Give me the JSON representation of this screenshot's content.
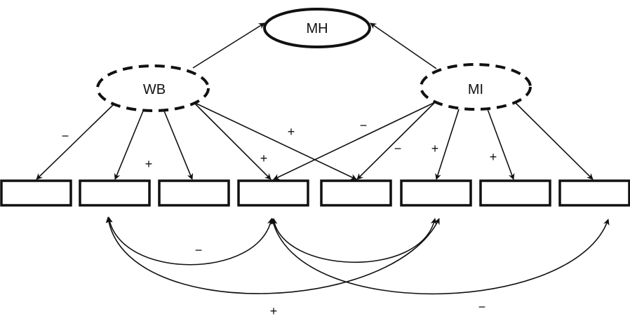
{
  "diagram": {
    "type": "structural-equation-model",
    "latent_nodes": [
      {
        "id": "MH",
        "label": "MH",
        "style": "solid"
      },
      {
        "id": "WB",
        "label": "WB",
        "style": "dashed"
      },
      {
        "id": "MI",
        "label": "MI",
        "style": "dashed"
      }
    ],
    "observed_nodes": [
      {
        "id": "O1",
        "label": ""
      },
      {
        "id": "O2",
        "label": ""
      },
      {
        "id": "O3",
        "label": ""
      },
      {
        "id": "O4",
        "label": ""
      },
      {
        "id": "O5",
        "label": ""
      },
      {
        "id": "O6",
        "label": ""
      },
      {
        "id": "O7",
        "label": ""
      },
      {
        "id": "O8",
        "label": ""
      }
    ],
    "paths": [
      {
        "from": "WB",
        "to": "MH",
        "sign": ""
      },
      {
        "from": "MI",
        "to": "MH",
        "sign": ""
      },
      {
        "from": "WB",
        "to": "O1",
        "sign": "−"
      },
      {
        "from": "WB",
        "to": "O2",
        "sign": "+"
      },
      {
        "from": "WB",
        "to": "O3",
        "sign": ""
      },
      {
        "from": "WB",
        "to": "O4",
        "sign": "+"
      },
      {
        "from": "WB",
        "to": "O5",
        "sign": "+"
      },
      {
        "from": "MI",
        "to": "O4",
        "sign": "−"
      },
      {
        "from": "MI",
        "to": "O5",
        "sign": "−"
      },
      {
        "from": "MI",
        "to": "O6",
        "sign": "+"
      },
      {
        "from": "MI",
        "to": "O7",
        "sign": "+"
      },
      {
        "from": "MI",
        "to": "O8",
        "sign": ""
      }
    ],
    "covariances": [
      {
        "a": "O2",
        "b": "O4",
        "sign": "−"
      },
      {
        "a": "O2",
        "b": "O6",
        "sign": "+"
      },
      {
        "a": "O4",
        "b": "O6",
        "sign": ""
      },
      {
        "a": "O4",
        "b": "O8",
        "sign": "−"
      }
    ]
  }
}
